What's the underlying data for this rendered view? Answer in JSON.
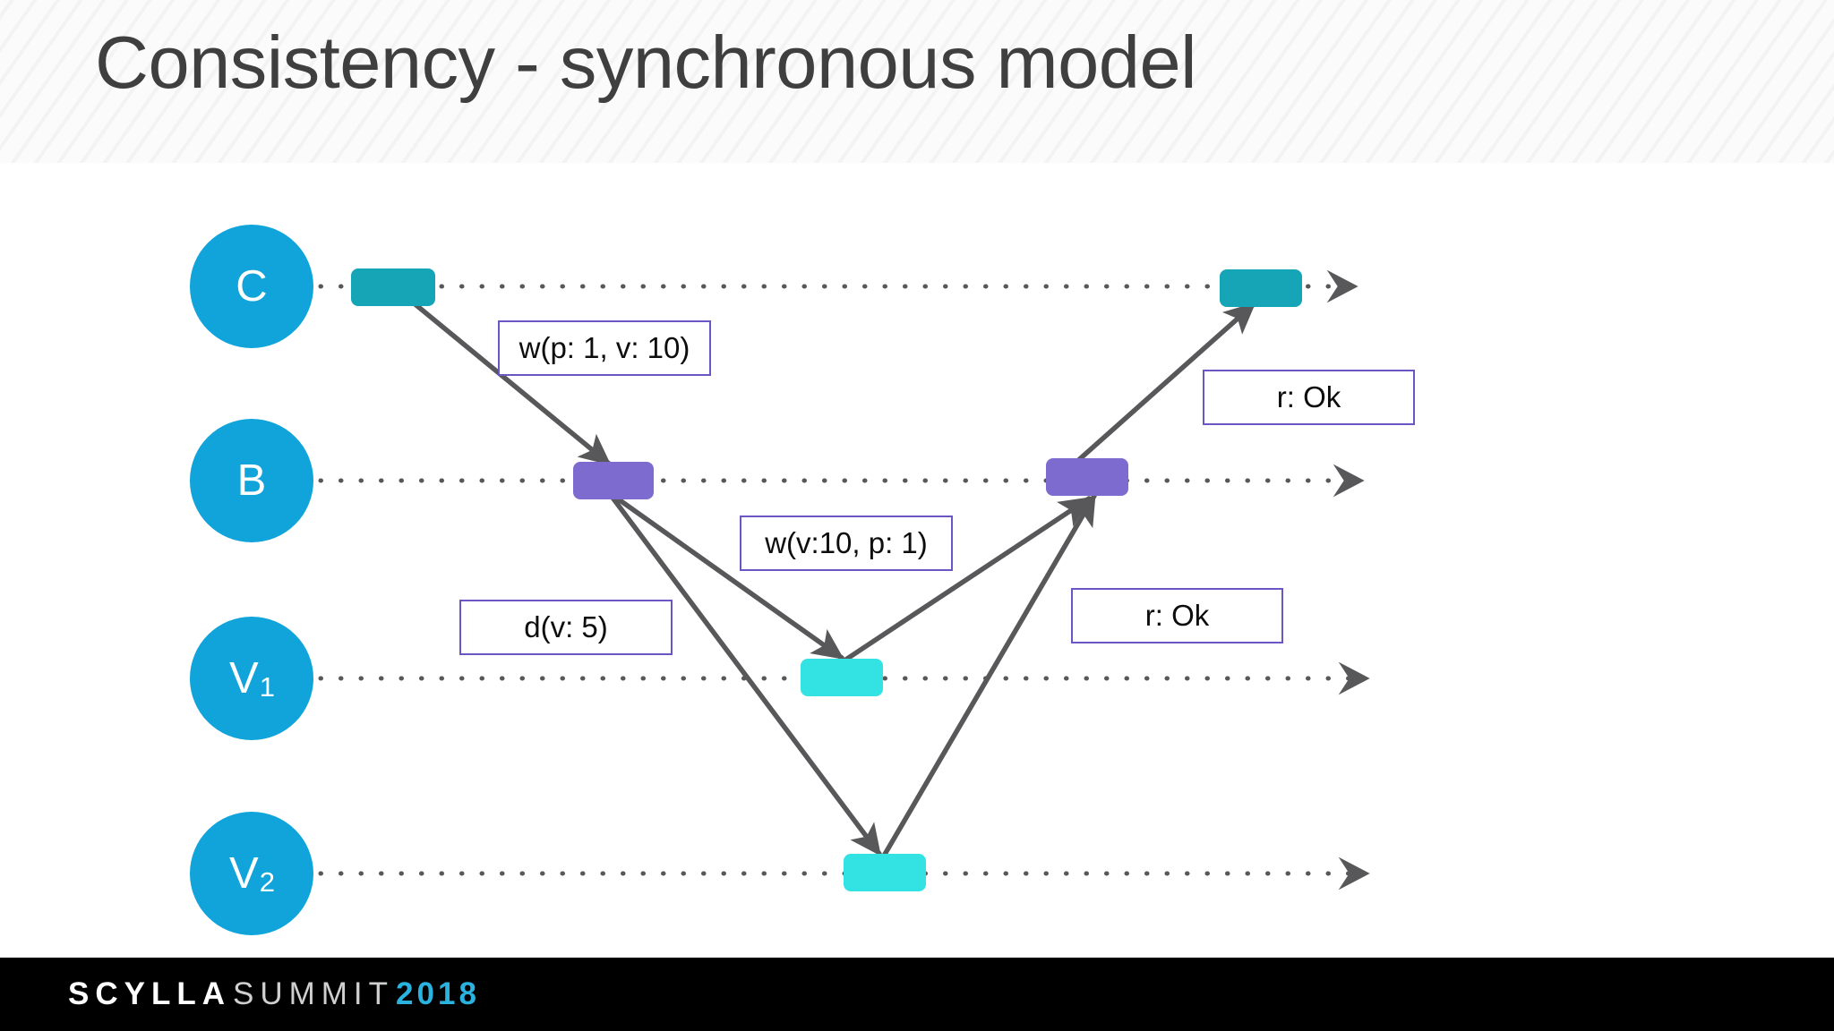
{
  "slide": {
    "title": "Consistency - synchronous model"
  },
  "colors": {
    "node_blue": "#10A4DB",
    "bar_teal": "#16A5B7",
    "bar_purple": "#7D6BD0",
    "bar_cyan": "#33E3E3",
    "label_border_purple": "#6B56C4",
    "arrow_gray": "#58585A",
    "title_gray": "#3f3f3f",
    "footer_black": "#000000",
    "footer_year_cyan": "#2BB3E0"
  },
  "diagram": {
    "type": "sequence-diagram",
    "lifelines": [
      {
        "id": "C",
        "label": "C",
        "subscript": ""
      },
      {
        "id": "B",
        "label": "B",
        "subscript": ""
      },
      {
        "id": "V1",
        "label": "V",
        "subscript": "1"
      },
      {
        "id": "V2",
        "label": "V",
        "subscript": "2"
      }
    ],
    "activations": [
      {
        "lifeline": "C",
        "color_name": "teal",
        "order": 1
      },
      {
        "lifeline": "B",
        "color_name": "purple",
        "order": 2
      },
      {
        "lifeline": "V1",
        "color_name": "cyan",
        "order": 3
      },
      {
        "lifeline": "V2",
        "color_name": "cyan",
        "order": 4
      },
      {
        "lifeline": "B",
        "color_name": "purple",
        "order": 5
      },
      {
        "lifeline": "C",
        "color_name": "teal",
        "order": 6
      }
    ],
    "messages": [
      {
        "from": "C",
        "to": "B",
        "label": "w(p: 1, v: 10)"
      },
      {
        "from": "B",
        "to": "V1",
        "label": "w(v:10, p: 1)"
      },
      {
        "from": "B",
        "to": "V2",
        "label": "d(v: 5)"
      },
      {
        "from": "V1",
        "to": "B",
        "label": "r: Ok"
      },
      {
        "from": "V2",
        "to": "B",
        "label": ""
      },
      {
        "from": "B",
        "to": "C",
        "label": "r: Ok"
      }
    ],
    "labels": [
      {
        "id": "lbl-w-p1-v10",
        "text": "w(p: 1, v: 10)"
      },
      {
        "id": "lbl-r-ok-top",
        "text": "r: Ok"
      },
      {
        "id": "lbl-w-v10-p1",
        "text": "w(v:10, p: 1)"
      },
      {
        "id": "lbl-d-v5",
        "text": "d(v: 5)"
      },
      {
        "id": "lbl-r-ok-mid",
        "text": "r: Ok"
      }
    ]
  },
  "footer": {
    "brand": "SCYLLA",
    "event": "SUMMIT",
    "year": "2018"
  }
}
